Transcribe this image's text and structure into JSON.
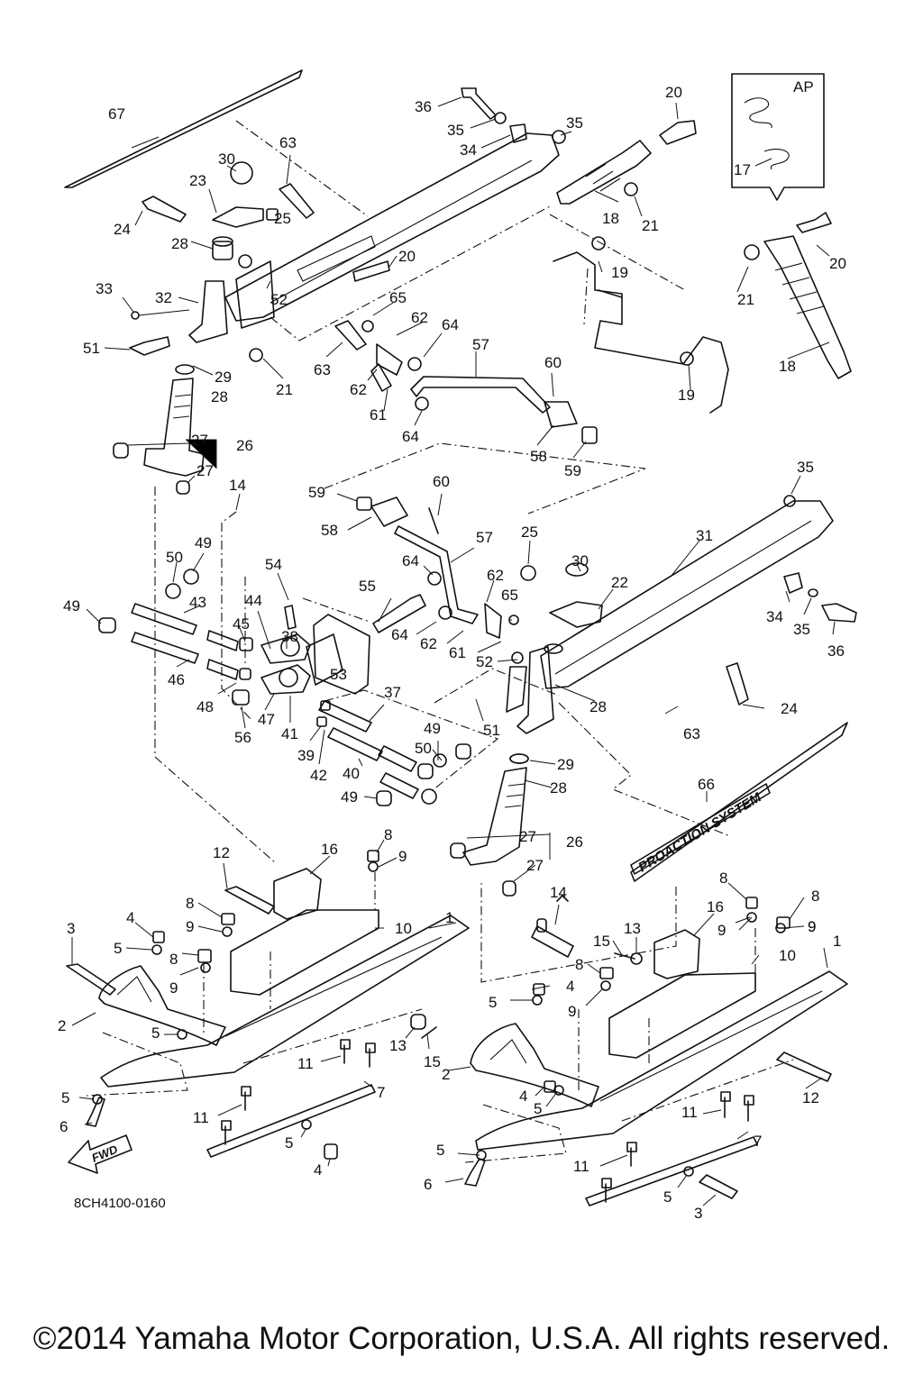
{
  "diagram": {
    "part_number": "8CH4100-0160",
    "fwd_label": "FWD",
    "detail_box_label": "AP",
    "brand_text": "PROACTION SYSTEM",
    "callouts": [
      {
        "id": "c67",
        "text": "67"
      },
      {
        "id": "c36a",
        "text": "36"
      },
      {
        "id": "c35a",
        "text": "35"
      },
      {
        "id": "c34a",
        "text": "34"
      },
      {
        "id": "c35b",
        "text": "35"
      },
      {
        "id": "c20a",
        "text": "20"
      },
      {
        "id": "c63a",
        "text": "63"
      },
      {
        "id": "c30a",
        "text": "30"
      },
      {
        "id": "c23",
        "text": "23"
      },
      {
        "id": "c25a",
        "text": "25"
      },
      {
        "id": "c24a",
        "text": "24"
      },
      {
        "id": "c28a",
        "text": "28"
      },
      {
        "id": "c18a",
        "text": "18"
      },
      {
        "id": "c21a",
        "text": "21"
      },
      {
        "id": "c17",
        "text": "17"
      },
      {
        "id": "c20b",
        "text": "20"
      },
      {
        "id": "c20c",
        "text": "20"
      },
      {
        "id": "c19a",
        "text": "19"
      },
      {
        "id": "c21b",
        "text": "21"
      },
      {
        "id": "c33",
        "text": "33"
      },
      {
        "id": "c32",
        "text": "32"
      },
      {
        "id": "c52a",
        "text": "52"
      },
      {
        "id": "c65a",
        "text": "65"
      },
      {
        "id": "c62a",
        "text": "62"
      },
      {
        "id": "c64a",
        "text": "64"
      },
      {
        "id": "c51a",
        "text": "51"
      },
      {
        "id": "c63b",
        "text": "63"
      },
      {
        "id": "c57a",
        "text": "57"
      },
      {
        "id": "c18b",
        "text": "18"
      },
      {
        "id": "c29a",
        "text": "29"
      },
      {
        "id": "c28b",
        "text": "28"
      },
      {
        "id": "c21c",
        "text": "21"
      },
      {
        "id": "c62b",
        "text": "62"
      },
      {
        "id": "c60a",
        "text": "60"
      },
      {
        "id": "c19b",
        "text": "19"
      },
      {
        "id": "c61a",
        "text": "61"
      },
      {
        "id": "c64b",
        "text": "64"
      },
      {
        "id": "c27a",
        "text": "27"
      },
      {
        "id": "c26a",
        "text": "26"
      },
      {
        "id": "c58a",
        "text": "58"
      },
      {
        "id": "c59a",
        "text": "59"
      },
      {
        "id": "c27b",
        "text": "27"
      },
      {
        "id": "c35c",
        "text": "35"
      },
      {
        "id": "c14a",
        "text": "14"
      },
      {
        "id": "c60b",
        "text": "60"
      },
      {
        "id": "c59b",
        "text": "59"
      },
      {
        "id": "c58b",
        "text": "58"
      },
      {
        "id": "c49a",
        "text": "49"
      },
      {
        "id": "c50a",
        "text": "50"
      },
      {
        "id": "c25b",
        "text": "25"
      },
      {
        "id": "c57b",
        "text": "57"
      },
      {
        "id": "c31",
        "text": "31"
      },
      {
        "id": "c54",
        "text": "54"
      },
      {
        "id": "c64c",
        "text": "64"
      },
      {
        "id": "c30b",
        "text": "30"
      },
      {
        "id": "c22",
        "text": "22"
      },
      {
        "id": "c62c",
        "text": "62"
      },
      {
        "id": "c49b",
        "text": "49"
      },
      {
        "id": "c43",
        "text": "43"
      },
      {
        "id": "c55",
        "text": "55"
      },
      {
        "id": "c65b",
        "text": "65"
      },
      {
        "id": "c34b",
        "text": "34"
      },
      {
        "id": "c35d",
        "text": "35"
      },
      {
        "id": "c36b",
        "text": "36"
      },
      {
        "id": "c44",
        "text": "44"
      },
      {
        "id": "c45",
        "text": "45"
      },
      {
        "id": "c38",
        "text": "38"
      },
      {
        "id": "c64d",
        "text": "64"
      },
      {
        "id": "c62d",
        "text": "62"
      },
      {
        "id": "c61b",
        "text": "61"
      },
      {
        "id": "c52b",
        "text": "52"
      },
      {
        "id": "c46",
        "text": "46"
      },
      {
        "id": "c48",
        "text": "48"
      },
      {
        "id": "c53",
        "text": "53"
      },
      {
        "id": "c37",
        "text": "37"
      },
      {
        "id": "c28c",
        "text": "28"
      },
      {
        "id": "c24b",
        "text": "24"
      },
      {
        "id": "c47",
        "text": "47"
      },
      {
        "id": "c41",
        "text": "41"
      },
      {
        "id": "c51b",
        "text": "51"
      },
      {
        "id": "c63c",
        "text": "63"
      },
      {
        "id": "c56",
        "text": "56"
      },
      {
        "id": "c39",
        "text": "39"
      },
      {
        "id": "c49c",
        "text": "49"
      },
      {
        "id": "c50b",
        "text": "50"
      },
      {
        "id": "c42",
        "text": "42"
      },
      {
        "id": "c40",
        "text": "40"
      },
      {
        "id": "c29b",
        "text": "29"
      },
      {
        "id": "c28d",
        "text": "28"
      },
      {
        "id": "c66",
        "text": "66"
      },
      {
        "id": "c49d",
        "text": "49"
      },
      {
        "id": "c8a",
        "text": "8"
      },
      {
        "id": "c12a",
        "text": "12"
      },
      {
        "id": "c16a",
        "text": "16"
      },
      {
        "id": "c9a",
        "text": "9"
      },
      {
        "id": "c27c",
        "text": "27"
      },
      {
        "id": "c26b",
        "text": "26"
      },
      {
        "id": "c27d",
        "text": "27"
      },
      {
        "id": "c8b",
        "text": "8"
      },
      {
        "id": "c8c",
        "text": "8"
      },
      {
        "id": "c14b",
        "text": "14"
      },
      {
        "id": "c16b",
        "text": "16"
      },
      {
        "id": "c9b",
        "text": "9"
      },
      {
        "id": "c9c",
        "text": "9"
      },
      {
        "id": "c10a",
        "text": "10"
      },
      {
        "id": "c1a",
        "text": "1"
      },
      {
        "id": "c3a",
        "text": "3"
      },
      {
        "id": "c4a",
        "text": "4"
      },
      {
        "id": "c5a",
        "text": "5"
      },
      {
        "id": "c8d",
        "text": "8"
      },
      {
        "id": "c9d",
        "text": "9"
      },
      {
        "id": "c15a",
        "text": "15"
      },
      {
        "id": "c13a",
        "text": "13"
      },
      {
        "id": "c9e",
        "text": "9"
      },
      {
        "id": "c10b",
        "text": "10"
      },
      {
        "id": "c1b",
        "text": "1"
      },
      {
        "id": "c8e",
        "text": "8"
      },
      {
        "id": "c9f",
        "text": "9"
      },
      {
        "id": "c8f",
        "text": "8"
      },
      {
        "id": "c4b",
        "text": "4"
      },
      {
        "id": "c5b",
        "text": "5"
      },
      {
        "id": "c9g",
        "text": "9"
      },
      {
        "id": "c2a",
        "text": "2"
      },
      {
        "id": "c5c",
        "text": "5"
      },
      {
        "id": "c13b",
        "text": "13"
      },
      {
        "id": "c15b",
        "text": "15"
      },
      {
        "id": "c11a",
        "text": "11"
      },
      {
        "id": "c5d",
        "text": "5"
      },
      {
        "id": "c7a",
        "text": "7"
      },
      {
        "id": "c6a",
        "text": "6"
      },
      {
        "id": "c11b",
        "text": "11"
      },
      {
        "id": "c5e",
        "text": "5"
      },
      {
        "id": "c4c",
        "text": "4"
      },
      {
        "id": "c2b",
        "text": "2"
      },
      {
        "id": "c12b",
        "text": "12"
      },
      {
        "id": "c4d",
        "text": "4"
      },
      {
        "id": "c5f",
        "text": "5"
      },
      {
        "id": "c11c",
        "text": "11"
      },
      {
        "id": "c7b",
        "text": "7"
      },
      {
        "id": "c5g",
        "text": "5"
      },
      {
        "id": "c6b",
        "text": "6"
      },
      {
        "id": "c11d",
        "text": "11"
      },
      {
        "id": "c5h",
        "text": "5"
      },
      {
        "id": "c3b",
        "text": "3"
      }
    ]
  },
  "footer": {
    "copyright": "©2014 Yamaha Motor Corporation, U.S.A. All rights reserved."
  }
}
